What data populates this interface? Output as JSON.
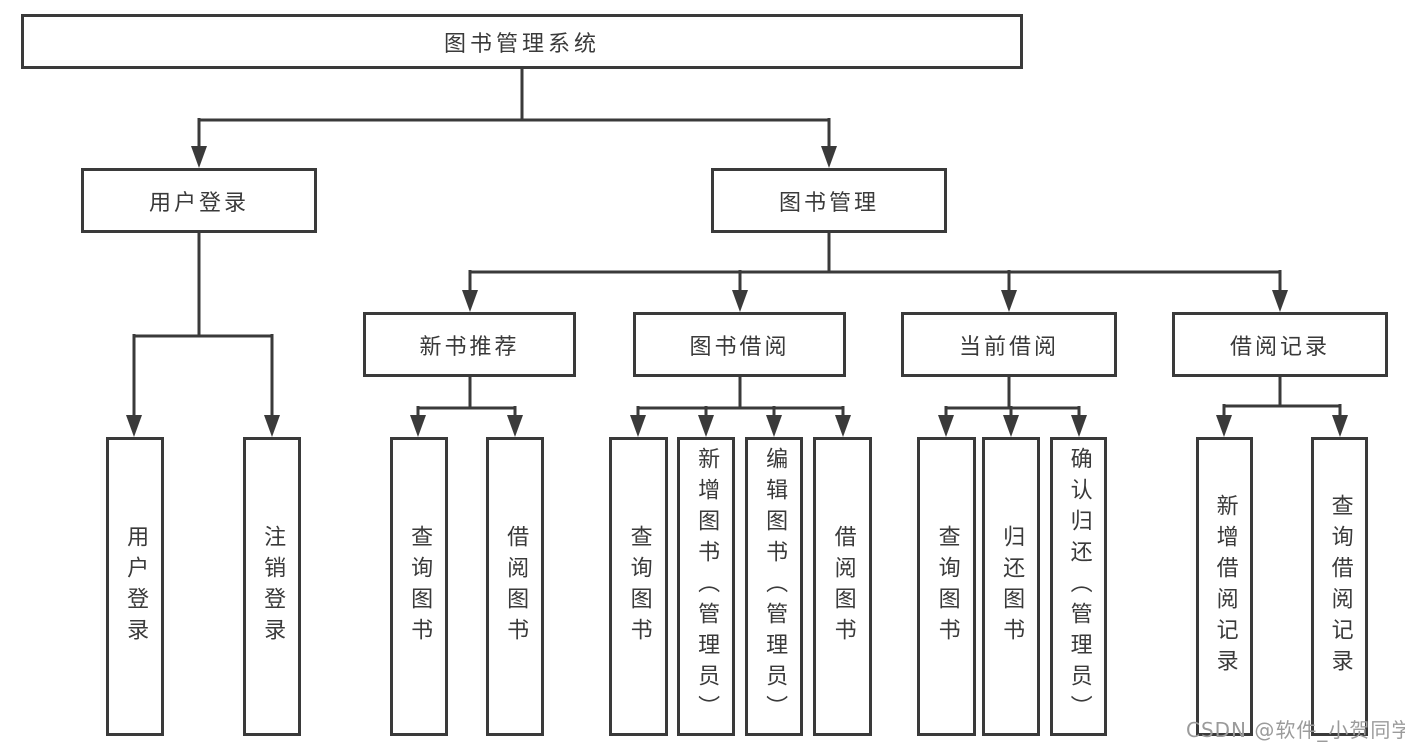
{
  "diagram": {
    "title": "图书管理系统",
    "level2": {
      "user_login": "用户登录",
      "book_mgmt": "图书管理"
    },
    "level3": {
      "new_book_rec": "新书推荐",
      "book_borrow": "图书借阅",
      "current_borrow": "当前借阅",
      "borrow_records": "借阅记录"
    },
    "leaves": {
      "user_login": "用户登录",
      "logout": "注销登录",
      "query_book_1": "查询图书",
      "borrow_book_1": "借阅图书",
      "query_book_2": "查询图书",
      "add_book": "新增图书（管理员）",
      "edit_book": "编辑图书（管理员）",
      "borrow_book_2": "借阅图书",
      "query_book_3": "查询图书",
      "return_book": "归还图书",
      "confirm_return": "确认归还（管理员）",
      "add_record": "新增借阅记录",
      "query_record": "查询借阅记录"
    },
    "tree": {
      "图书管理系统": [
        "用户登录",
        "图书管理"
      ],
      "用户登录": [
        "用户登录",
        "注销登录"
      ],
      "图书管理": [
        "新书推荐",
        "图书借阅",
        "当前借阅",
        "借阅记录"
      ],
      "新书推荐": [
        "查询图书",
        "借阅图书"
      ],
      "图书借阅": [
        "查询图书",
        "新增图书（管理员）",
        "编辑图书（管理员）",
        "借阅图书"
      ],
      "当前借阅": [
        "查询图书",
        "归还图书",
        "确认归还（管理员）"
      ],
      "借阅记录": [
        "新增借阅记录",
        "查询借阅记录"
      ]
    },
    "watermark": "CSDN @软件_小贺同学",
    "colors": {
      "line": "#3a3a3a",
      "border": "#3a3a3a",
      "text": "#3a3a3a",
      "watermark_text": "#9b9b9b",
      "background": "#ffffff"
    }
  }
}
